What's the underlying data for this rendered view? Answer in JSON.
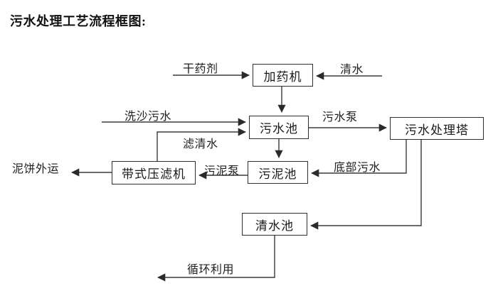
{
  "title": "污水处理工艺流程框图:",
  "colors": {
    "background": "#ffffff",
    "line": "#3a3a3a",
    "box_border": "#2e2e2e",
    "text": "#1a1a1a"
  },
  "nodes": {
    "dosing_machine": "加药机",
    "sewage_pool": "污水池",
    "treatment_tower": "污水处理塔",
    "sludge_pool": "污泥池",
    "belt_filter_press": "带式压滤机",
    "clean_water_pool": "清水池"
  },
  "labels": {
    "dry_agent": "干药剂",
    "clean_water": "清水",
    "sand_washing_sewage": "洗沙污水",
    "filtered_water": "滤清水",
    "sewage_pump": "污水泵",
    "bottom_sewage": "底部污水",
    "sludge_pump": "污泥泵",
    "mud_cake_out": "泥饼外运",
    "recycle": "循环利用"
  },
  "connections": [
    {
      "from": "干药剂",
      "to": "加药机"
    },
    {
      "from": "清水",
      "to": "加药机"
    },
    {
      "from": "加药机",
      "to": "污水池"
    },
    {
      "from": "洗沙污水",
      "to": "污水池"
    },
    {
      "from": "带式压滤机",
      "to": "污水池",
      "label": "滤清水"
    },
    {
      "from": "污水池",
      "to": "污水处理塔",
      "label": "污水泵"
    },
    {
      "from": "污水池",
      "to": "污泥池"
    },
    {
      "from": "污水处理塔",
      "to": "污泥池",
      "label": "底部污水"
    },
    {
      "from": "污泥池",
      "to": "带式压滤机",
      "label": "污泥泵"
    },
    {
      "from": "带式压滤机",
      "to": "泥饼外运"
    },
    {
      "from": "污水处理塔",
      "to": "清水池"
    },
    {
      "from": "清水池",
      "to": "循环利用"
    }
  ]
}
